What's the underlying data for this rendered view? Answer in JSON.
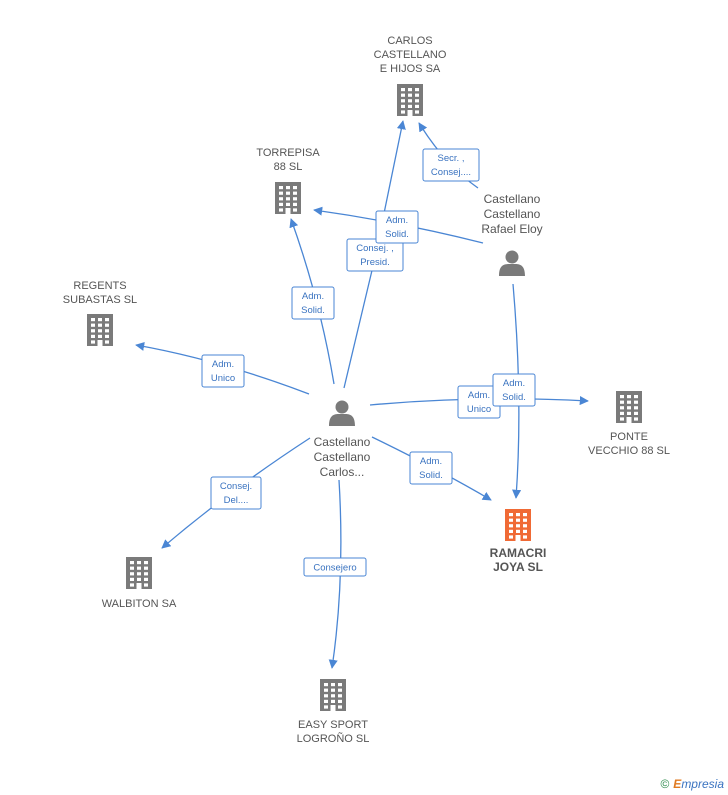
{
  "colors": {
    "edge": "#4a86d4",
    "node_company": "#7a7a7a",
    "node_focus": "#f06a35",
    "node_person": "#7a7a7a"
  },
  "nodes": {
    "carlos_sa": {
      "type": "company",
      "lines": [
        "CARLOS",
        "CASTELLANO",
        "E HIJOS SA"
      ]
    },
    "torrepisa": {
      "type": "company",
      "lines": [
        "TORREPISA",
        "88  SL"
      ]
    },
    "regents": {
      "type": "company",
      "lines": [
        "REGENTS",
        "SUBASTAS SL"
      ]
    },
    "ponte": {
      "type": "company",
      "lines": [
        "PONTE",
        "VECCHIO 88  SL"
      ]
    },
    "ramacri": {
      "type": "focus",
      "lines": [
        "RAMACRI",
        "JOYA SL"
      ]
    },
    "walbiton": {
      "type": "company",
      "lines": [
        "WALBITON SA"
      ]
    },
    "easy": {
      "type": "company",
      "lines": [
        "EASY SPORT",
        "LOGROÑO  SL"
      ]
    },
    "rafael": {
      "type": "person",
      "lines": [
        "Castellano",
        "Castellano",
        "Rafael Eloy"
      ]
    },
    "carlos": {
      "type": "person",
      "lines": [
        "Castellano",
        "Castellano",
        "Carlos..."
      ]
    }
  },
  "edges": [
    {
      "id": "c-carlossa",
      "lines": [
        "Consej. ,",
        "Presid."
      ]
    },
    {
      "id": "c-torrepisa",
      "lines": [
        "Adm.",
        "Solid."
      ]
    },
    {
      "id": "c-regents",
      "lines": [
        "Adm.",
        "Unico"
      ]
    },
    {
      "id": "c-ponte",
      "lines": [
        "Adm.",
        "Unico"
      ]
    },
    {
      "id": "c-ramacri",
      "lines": [
        "Adm.",
        "Solid."
      ]
    },
    {
      "id": "c-walbiton",
      "lines": [
        "Consej.",
        "Del...."
      ]
    },
    {
      "id": "c-easy",
      "lines": [
        "Consejero"
      ]
    },
    {
      "id": "r-carlossa",
      "lines": [
        "Secr. ,",
        "Consej...."
      ]
    },
    {
      "id": "r-torrepisa",
      "lines": [
        "Adm.",
        "Solid."
      ]
    },
    {
      "id": "r-ramacri",
      "lines": [
        "Adm.",
        "Solid."
      ]
    }
  ],
  "footer": {
    "copyright": "©",
    "brand_initial": "E",
    "brand_rest": "mpresia"
  }
}
